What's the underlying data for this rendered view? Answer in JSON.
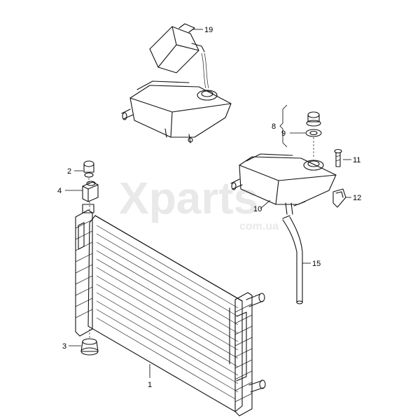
{
  "watermark": {
    "brand": "Xparts",
    "domain": "com.ua"
  },
  "callouts": [
    {
      "id": "1",
      "label": "1"
    },
    {
      "id": "2",
      "label": "2"
    },
    {
      "id": "3",
      "label": "3"
    },
    {
      "id": "4",
      "label": "4"
    },
    {
      "id": "8",
      "label": "8"
    },
    {
      "id": "9",
      "label": "9"
    },
    {
      "id": "10",
      "label": "10"
    },
    {
      "id": "11",
      "label": "11"
    },
    {
      "id": "12",
      "label": "12"
    },
    {
      "id": "15",
      "label": "15"
    },
    {
      "id": "19",
      "label": "19"
    }
  ],
  "colors": {
    "line": "#111111",
    "background": "#ffffff",
    "watermark": "#e9e9e9"
  }
}
